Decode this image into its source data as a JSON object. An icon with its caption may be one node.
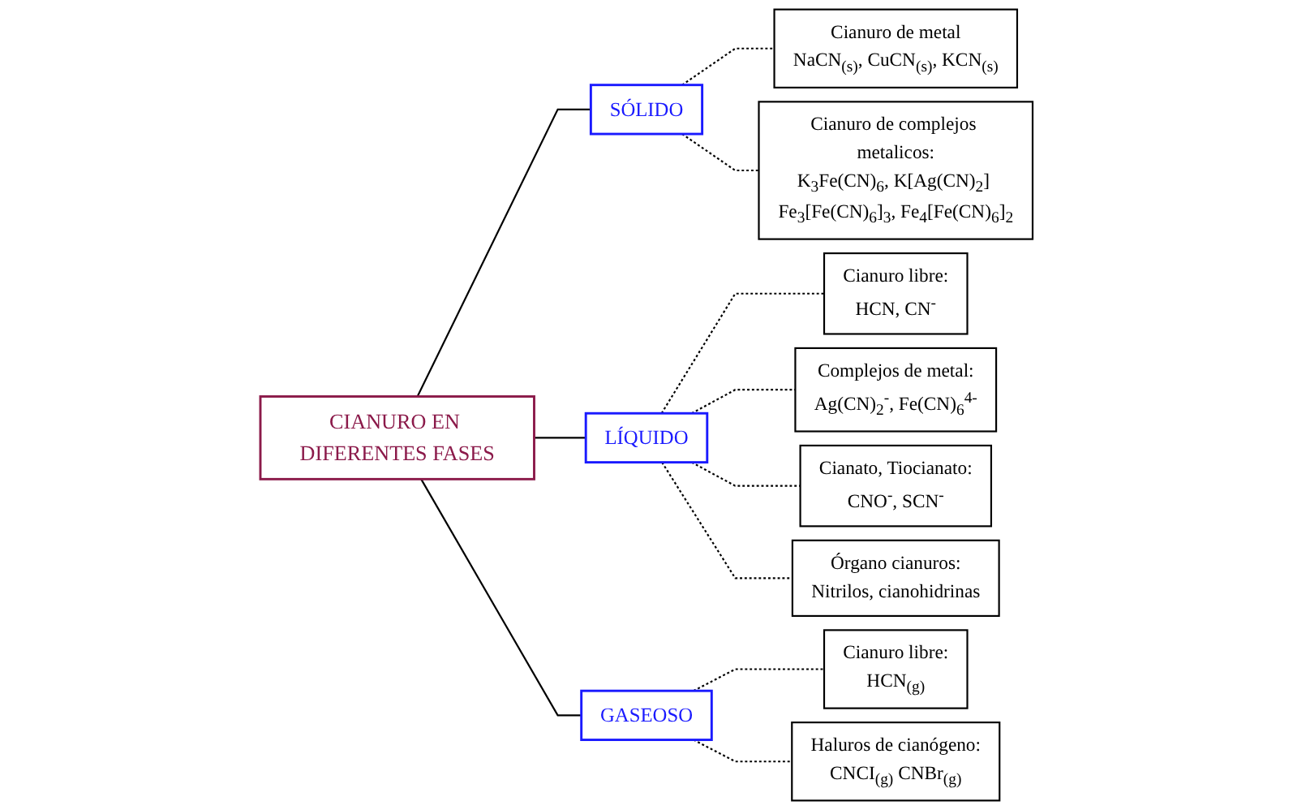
{
  "diagram": {
    "nodes": [
      {
        "text": [
          "CIANURO EN DIFERENTES FASES"
        ]
      },
      {
        "text": [
          "SÓLIDO"
        ]
      },
      {
        "text": [
          "Cianuro de metal",
          "NaCN$_{(s)}$, CuCN$_{(s)}$, KCN$_{(s)}$"
        ]
      },
      {
        "text": [
          "Cianuro de complejos metalicos:",
          "K$_{3}$Fe(CN)$_{6}$, K[Ag(CN)$_{2}$] Fe$_{3}$[Fe(CN)$_{6}$]$_{3}$, Fe$_{4}$[Fe(CN)$_{6}$]$_{2}$"
        ]
      },
      {
        "text": [
          "LÍQUIDO"
        ]
      },
      {
        "text": [
          "Cianuro libre:",
          "HCN, CN$^{-}$"
        ]
      },
      {
        "text": [
          "Complejos de metal:",
          "Ag(CN)$_{2}$$^{-}$, Fe(CN)$_{6}$$^{4-}$"
        ]
      },
      {
        "text": [
          "Cianato, Tiocianato:",
          "CNO$^{-}$, SCN$^{-}$"
        ]
      },
      {
        "text": [
          "Órgano cianuros:",
          "Nitrilos, cianohidrinas"
        ]
      },
      {
        "text": [
          "GASEOSO"
        ]
      },
      {
        "text": [
          "Cianuro libre:",
          "HCN$_{(g)}$"
        ]
      },
      {
        "text": [
          "Haluros de cianógeno:",
          "CNCI$_{(g)}$ CNBr$_{(g)}$"
        ]
      }
    ],
    "edges": [
      {
        "from": 0,
        "to": 1,
        "arrow": "none"
      },
      {
        "from": 0,
        "to": 4,
        "arrow": "none"
      },
      {
        "from": 0,
        "to": 9,
        "arrow": "none"
      },
      {
        "from": 1,
        "to": 2,
        "arrow": "none",
        "style": "dashed"
      },
      {
        "from": 1,
        "to": 3,
        "arrow": "none",
        "style": "dashed"
      },
      {
        "from": 4,
        "to": 5,
        "arrow": "none",
        "style": "dashed"
      },
      {
        "from": 4,
        "to": 6,
        "arrow": "none",
        "style": "dashed"
      },
      {
        "from": 4,
        "to": 7,
        "arrow": "none",
        "style": "dashed"
      },
      {
        "from": 4,
        "to": 8,
        "arrow": "none",
        "style": "dashed"
      },
      {
        "from": 9,
        "to": 10,
        "arrow": "none",
        "style": "dashed"
      },
      {
        "from": 9,
        "to": 11,
        "arrow": "none",
        "style": "dashed"
      }
    ]
  }
}
